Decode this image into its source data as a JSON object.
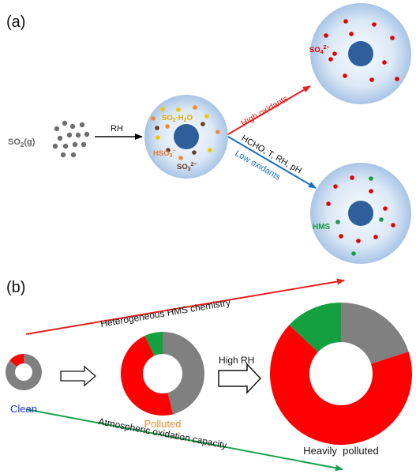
{
  "panel_a": {
    "label": "(a)",
    "source": {
      "formula": "SO",
      "sub": "2",
      "tail": "(g)"
    },
    "arrow_label": "RH",
    "particle_species": {
      "so2h2o": {
        "a": "SO",
        "sub": "2",
        "b": "·H",
        "sub2": "2",
        "c": "O"
      },
      "hso3": {
        "a": "HSO",
        "sub": "3",
        "sup": "−"
      },
      "so3": {
        "a": "SO",
        "sub": "3",
        "sup": "2−"
      }
    },
    "upper_branch": {
      "label": "High oxidants",
      "product": {
        "a": "SO",
        "sub": "4",
        "sup": "2−"
      }
    },
    "lower_branch": {
      "condition": "HCHO, T, RH, pH",
      "label": "Low oxidants",
      "product": "HMS"
    }
  },
  "panel_b": {
    "label": "(b)",
    "top_arrow_label": "Heterogeneous HMS chemistry",
    "bottom_arrow_label": "Atmospheric oxidation capacity",
    "transition_label": "High RH",
    "donuts": [
      {
        "label": "Clean",
        "slices": [
          {
            "key": "gray",
            "value": 0.86
          },
          {
            "key": "red",
            "value": 0.14
          }
        ]
      },
      {
        "label": "Polluted",
        "slices": [
          {
            "key": "gray",
            "value": 0.46
          },
          {
            "key": "red",
            "value": 0.47
          },
          {
            "key": "green",
            "value": 0.07
          }
        ]
      },
      {
        "label": "Heavily  polluted",
        "slices": [
          {
            "key": "gray",
            "value": 0.2
          },
          {
            "key": "red",
            "value": 0.67
          },
          {
            "key": "green",
            "value": 0.13
          }
        ]
      }
    ]
  },
  "colors": {
    "gray": "#808080",
    "red": "#ff0000",
    "green": "#14a040",
    "blue_core": "#2e5f9a",
    "arrow_red": "#e82020",
    "arrow_blue": "#1b6fc0",
    "arrow_green": "#1aa24a",
    "clean_text": "#1d2fd0",
    "polluted_text": "#f08a30",
    "so2h2o_text": "#e6a800",
    "hso3_text": "#e8782a",
    "so3_text": "#6b3a1e",
    "so4_text": "#e00000",
    "hms_text": "#1a9a40"
  }
}
